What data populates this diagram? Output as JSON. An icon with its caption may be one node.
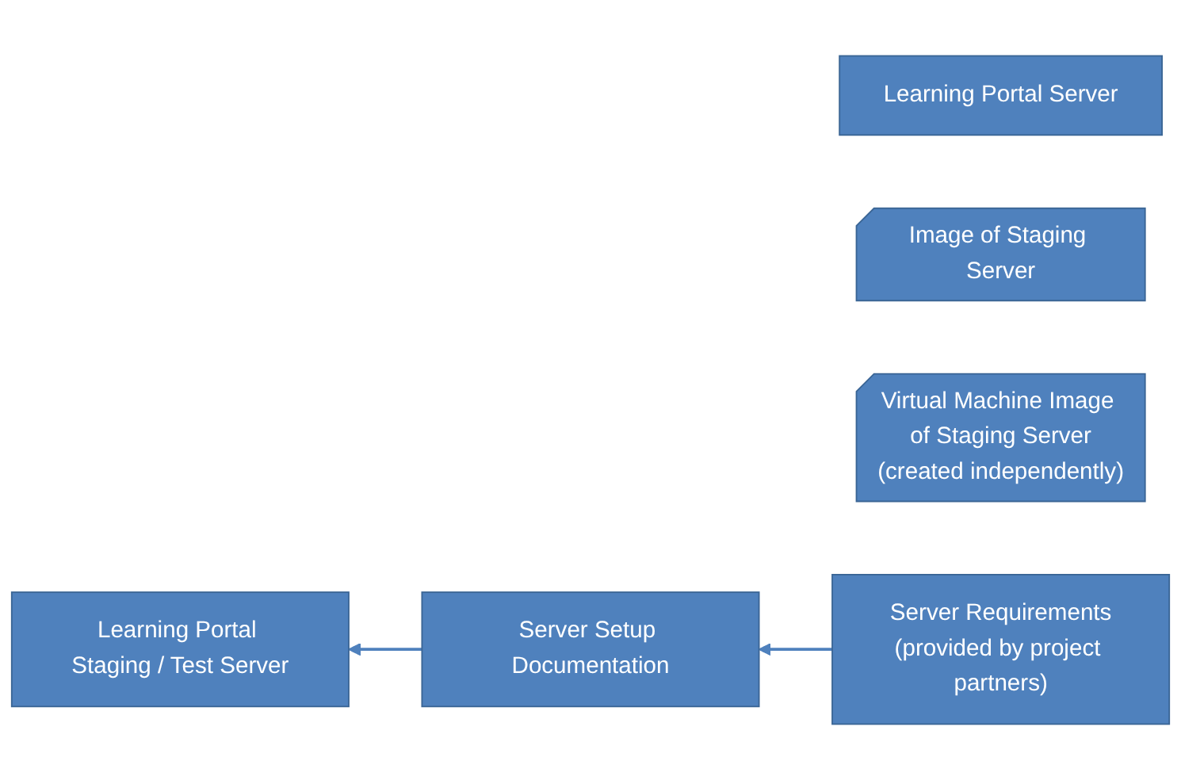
{
  "diagram": {
    "nodes": [
      {
        "text": [
          "Learning Portal Server"
        ]
      },
      {
        "text": [
          "Learning Portal Staging / Test Server"
        ]
      },
      {
        "text": [
          "Image of Staging Server"
        ]
      },
      {
        "text": [
          "Virtual Machine Image of Staging Server",
          "(created independently)"
        ]
      },
      {
        "text": [
          "Server Setup Documentation"
        ]
      },
      {
        "text": [
          "Server Requirements",
          "(provided by project partners)"
        ]
      }
    ],
    "edges": [
      {
        "from": 5,
        "to": 4,
        "arrow": "to"
      },
      {
        "from": 4,
        "to": 1,
        "arrow": "to"
      }
    ]
  }
}
